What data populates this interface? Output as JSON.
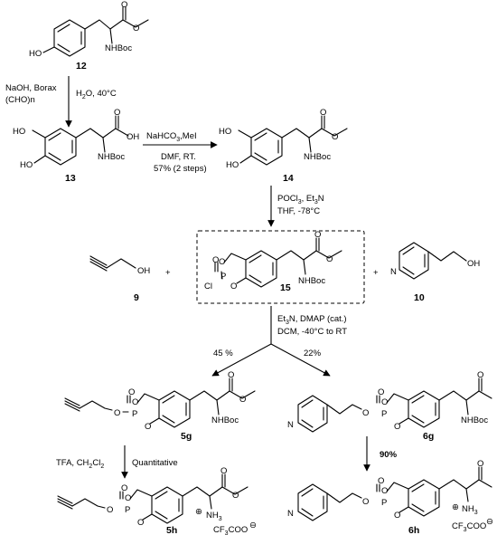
{
  "compounds": {
    "c12": "12",
    "c13": "13",
    "c14": "14",
    "c15": "15",
    "c9": "9",
    "c10": "10",
    "c5g": "5g",
    "c6g": "6g",
    "c5h": "5h",
    "c6h": "6h"
  },
  "atoms": {
    "HO": "HO",
    "OH": "OH",
    "O": "O",
    "N": "N",
    "P": "P",
    "Cl": "Cl",
    "NHBoc": "NHBoc",
    "NH3": "NH",
    "NH3_sub": "3",
    "plus_charge": "⊕",
    "minus_charge": "⊖",
    "tfa_salt": "CF",
    "tfa_salt_sub": "3",
    "tfa_salt_rest": "COO",
    "plus_sign": "+"
  },
  "conditions": {
    "step1_a": "NaOH, Borax",
    "step1_b": "(CHO)n",
    "step1_c": "H",
    "step1_c_sub": "2",
    "step1_c_rest": "O, 40°C",
    "step2_a": "NaHCO",
    "step2_a_sub": "3",
    "step2_a_rest": ",MeI",
    "step2_b": "DMF, RT.",
    "step2_c": "57% (2 steps)",
    "step3_a": "POCl",
    "step3_a_sub": "3",
    "step3_a_mid": ", Et",
    "step3_a_sub2": "3",
    "step3_a_rest": "N",
    "step3_b": "THF, -78°C",
    "step4_a": "Et",
    "step4_a_sub": "3",
    "step4_a_rest": "N, DMAP (cat.)",
    "step4_b": "DCM, -40°C to RT",
    "yield_left": "45 %",
    "yield_right": "22%",
    "step5_a": "TFA, CH",
    "step5_a_sub": "2",
    "step5_a_mid": "Cl",
    "step5_a_sub2": "2",
    "step5_b": "Quantitative",
    "step6_yield": "90%"
  }
}
